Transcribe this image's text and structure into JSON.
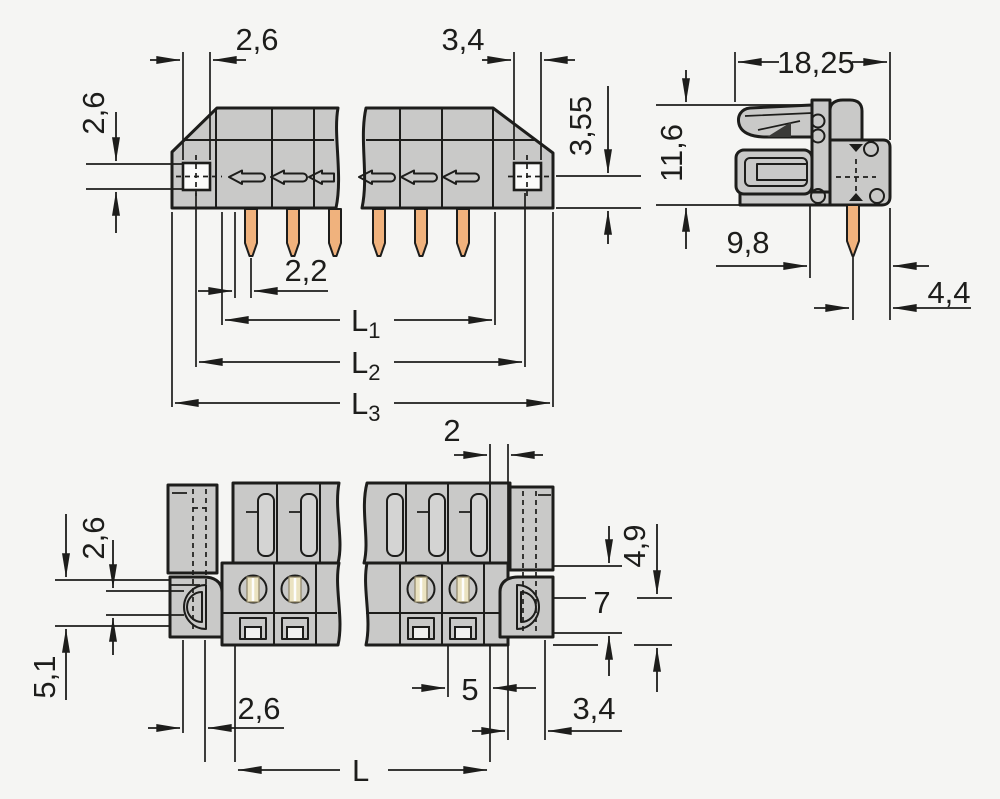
{
  "drawing": {
    "type": "technical-dimension-drawing",
    "views": {
      "front": {
        "width_26": "2,6",
        "width_34": "3,4",
        "height_355": "3,55",
        "height_26": "2,6",
        "pin_22": "2,2",
        "l1_base": "L",
        "l1_sub": "1",
        "l2_base": "L",
        "l2_sub": "2",
        "l3_base": "L",
        "l3_sub": "3"
      },
      "side": {
        "width_1825": "18,25",
        "height_116": "11,6",
        "pin_98": "9,8",
        "edge_44": "4,4"
      },
      "bottom": {
        "slot_2": "2",
        "left_26": "2,6",
        "left_51": "5,1",
        "right_49": "4,9",
        "right_7": "7",
        "bottom_26": "2,6",
        "bottom_5": "5",
        "bottom_34": "3,4",
        "l_base": "L"
      }
    },
    "colors": {
      "background": "#f5f5f3",
      "line": "#1d1d1b",
      "body": "#c9c9c8",
      "pin": "#f0b27d",
      "contact_slot": "#ebe3c1"
    }
  }
}
